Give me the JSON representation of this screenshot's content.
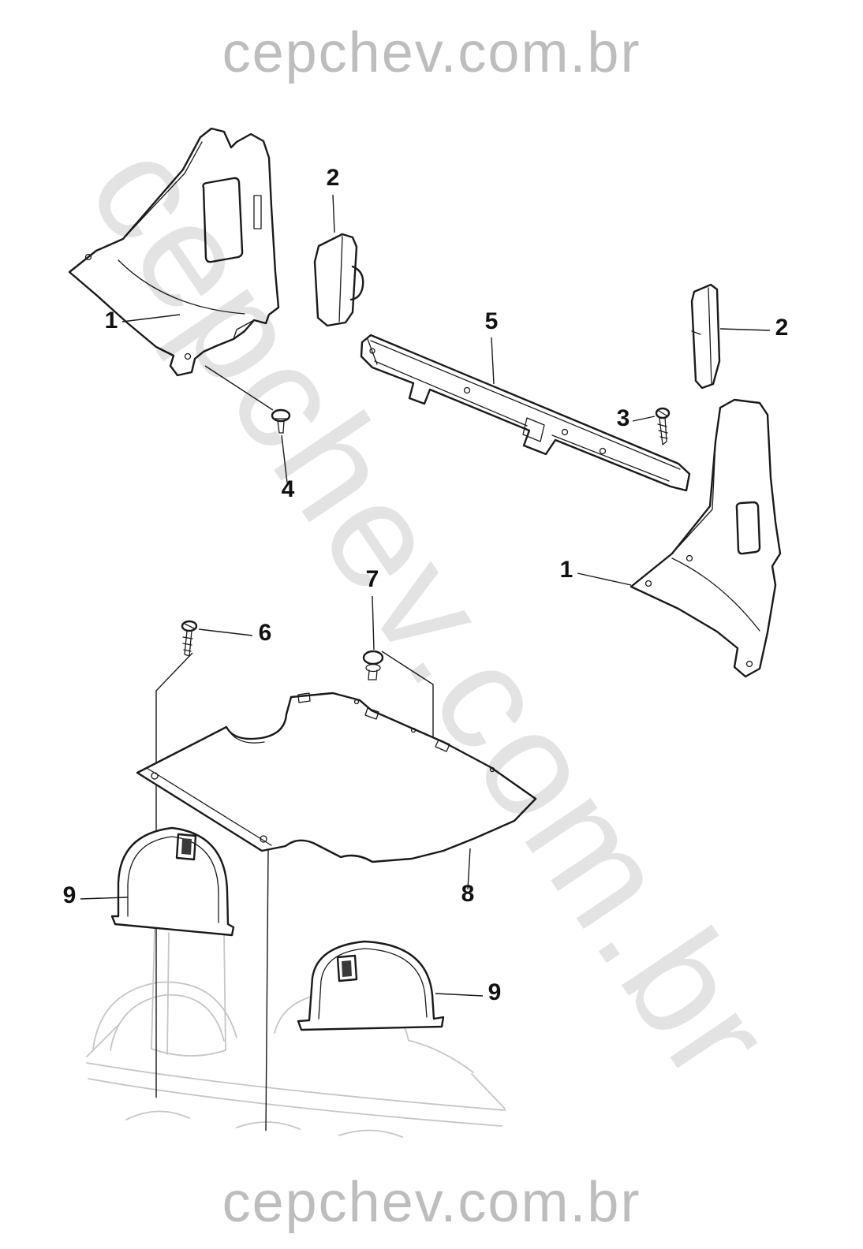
{
  "watermarks": {
    "top": "cepchev.com.br",
    "diagonal": "cepchev.com.br",
    "bottom": "cepchev.com.br"
  },
  "colors": {
    "background": "#ffffff",
    "line": "#1a1a1a",
    "faint_sketch": "#c6c6c6",
    "watermark_text": "#bdbdbd",
    "diagonal_watermark": "rgba(0,0,0,0.11)",
    "callout_text": "#111111"
  },
  "callouts": [
    {
      "label": "1"
    },
    {
      "label": "2"
    },
    {
      "label": "5"
    },
    {
      "label": "2"
    },
    {
      "label": "3"
    },
    {
      "label": "4"
    },
    {
      "label": "1"
    },
    {
      "label": "7"
    },
    {
      "label": "6"
    },
    {
      "label": "9"
    },
    {
      "label": "8"
    },
    {
      "label": "9"
    }
  ]
}
